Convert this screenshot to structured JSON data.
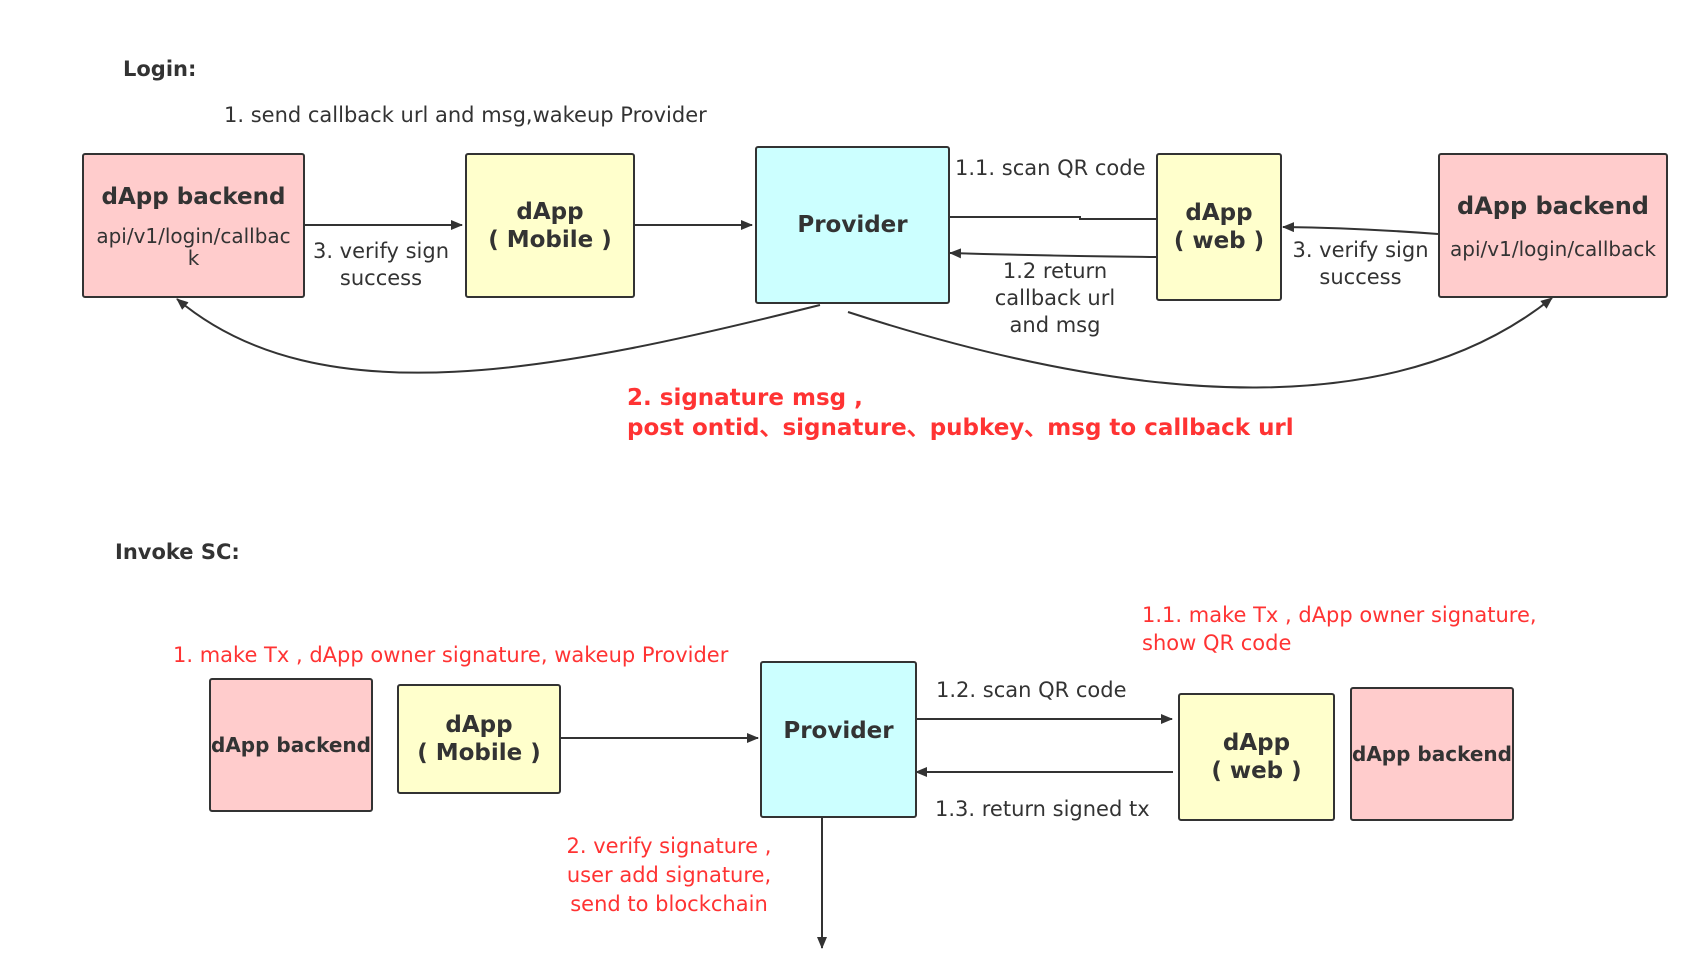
{
  "login": {
    "title": "Login:",
    "step1": "1. send callback url and msg,wakeup Provider",
    "left_backend": {
      "title": "dApp backend",
      "sub_line1": "api/v1/login/callbac",
      "sub_line2": "k"
    },
    "dapp_mobile": {
      "line1": "dApp",
      "line2": "(  Mobile )"
    },
    "provider": "Provider",
    "dapp_web": {
      "line1": "dApp",
      "line2": "( web )"
    },
    "right_backend": {
      "title": "dApp backend",
      "sub": "api/v1/login/callback"
    },
    "scan_qr": "1.1. scan QR code",
    "return_line1": "1.2 return",
    "return_line2": "callback url",
    "return_line3": "and msg",
    "verify_left_line1": "3. verify sign",
    "verify_left_line2": "success",
    "verify_right_line1": "3. verify sign",
    "verify_right_line2": "success",
    "step2_line1": "2. signature msg ,",
    "step2_line2": "post ontid、signature、pubkey、msg to callback url"
  },
  "invoke": {
    "title": "Invoke SC:",
    "step1": "1. make Tx , dApp owner signature, wakeup Provider",
    "step11_line1": "1.1. make Tx , dApp owner signature,",
    "step11_line2": "show QR code",
    "left_backend": "dApp backend",
    "dapp_mobile": {
      "line1": "dApp",
      "line2": "( Mobile )"
    },
    "provider": "Provider",
    "dapp_web": {
      "line1": "dApp",
      "line2": "( web )"
    },
    "right_backend": "dApp backend",
    "scan_qr": "1.2. scan QR code",
    "return_signed": "1.3. return signed tx",
    "step2_line1": "2. verify signature ,",
    "step2_line2": "user add signature,",
    "step2_line3": "send to blockchain"
  },
  "colors": {
    "backend": "#ffcccc",
    "dapp": "#ffffcc",
    "provider": "#ccffff",
    "highlight_text": "#ff3333",
    "line": "#333333"
  }
}
